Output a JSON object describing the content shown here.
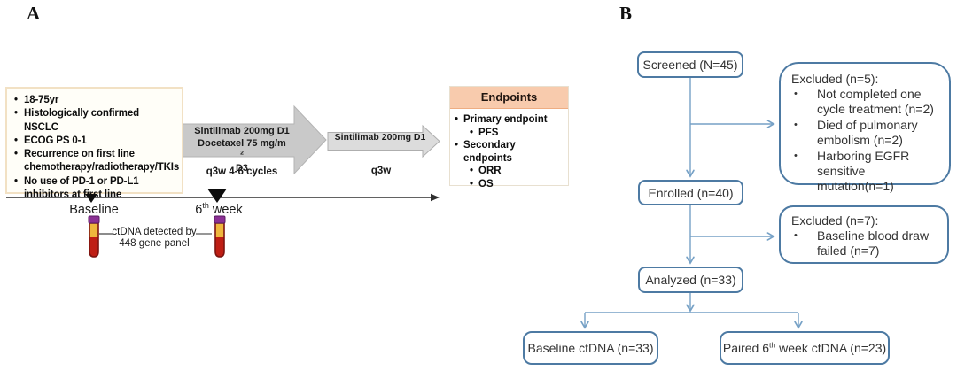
{
  "figure": {
    "panel_a_label": "A",
    "panel_b_label": "B"
  },
  "glyphs": {
    "bullet": "•"
  },
  "panel_a": {
    "criteria": {
      "items": [
        "18-75yr",
        "Histologically confirmed NSCLC",
        "ECOG PS 0-1",
        "Recurrence on first line chemotherapy/radiotherapy/TKIs",
        "No use of PD-1 or PD-L1 inhibitors at first line"
      ]
    },
    "treatment_arrow": {
      "drug1": "Sintilimab 200mg D1",
      "drug2_pre": "Docetaxel 75 mg/m",
      "drug2_sup": "2",
      "drug2_post": " D3",
      "schedule": "q3w 4-6 cycles"
    },
    "maintenance_arrow": {
      "drug1": "Sintilimab 200mg D1",
      "schedule": "q3w"
    },
    "endpoints": {
      "title": "Endpoints",
      "primary_label": "Primary endpoint",
      "primary_items": [
        "PFS"
      ],
      "secondary_label": "Secondary endpoints",
      "secondary_items": [
        "ORR",
        "OS"
      ]
    },
    "timeline": {
      "tick1_label": "Baseline",
      "tick2_num": "6",
      "tick2_sup": "th",
      "tick2_rest": " week",
      "note_line1": "ctDNA detected by",
      "note_line2": "448 gene panel"
    }
  },
  "panel_b": {
    "screened": "Screened (N=45)",
    "excluded1": {
      "title": "Excluded (n=5):",
      "items": [
        "Not completed one cycle treatment (n=2)",
        "Died of pulmonary embolism (n=2)",
        "Harboring EGFR sensitive mutation(n=1)"
      ]
    },
    "enrolled": "Enrolled (n=40)",
    "excluded2": {
      "title": "Excluded (n=7):",
      "items": [
        "Baseline blood draw failed (n=7)"
      ]
    },
    "analyzed": "Analyzed (n=33)",
    "baseline_ctdna": "Baseline ctDNA (n=33)",
    "paired_ctdna_pre": "Paired 6",
    "paired_ctdna_sup": "th",
    "paired_ctdna_post": " week ctDNA (n=23)"
  },
  "colors": {
    "flow_box_border": "#4d7aa3",
    "flow_connector": "#76a1c6",
    "endpoints_header_bg": "#f8cbad",
    "criteria_box_border": "#f2e1c4",
    "treatment_arrow_fill": "#c9c9c9",
    "maintenance_arrow_fill": "#dcdcdc",
    "tube_cap": "#8b3094",
    "tube_serum": "#efb73d",
    "tube_blood": "#bf1e14",
    "timeline_line": "#2f2f2f"
  }
}
